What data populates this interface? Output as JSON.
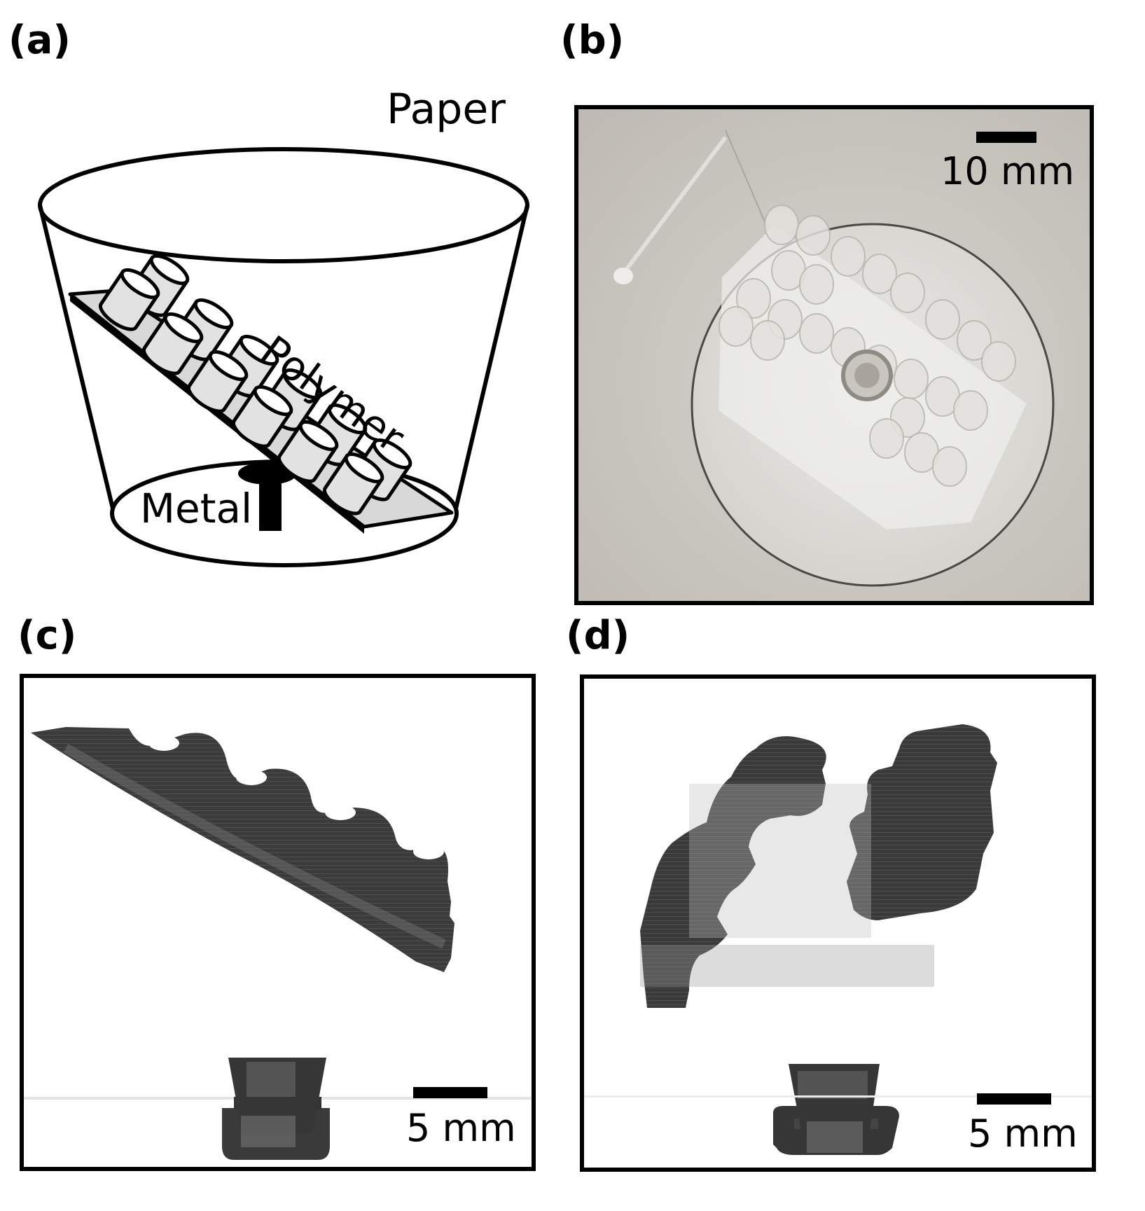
{
  "panels": {
    "a": {
      "label": "(a)",
      "paper_label": "Paper",
      "polymer_label": "Polymer",
      "metal_label": "Metal"
    },
    "b": {
      "label": "(b)",
      "scale_label": "10 mm"
    },
    "c": {
      "label": "(c)",
      "scale_label": "5 mm"
    },
    "d": {
      "label": "(d)",
      "scale_label": "5 mm"
    }
  },
  "colors": {
    "ink": "#000000",
    "photo_bg": "#c8c4bd",
    "disc": "#dedcd8",
    "scan_dark": "#3a3a3a",
    "cylinder_fill": "#e2e2e2"
  }
}
